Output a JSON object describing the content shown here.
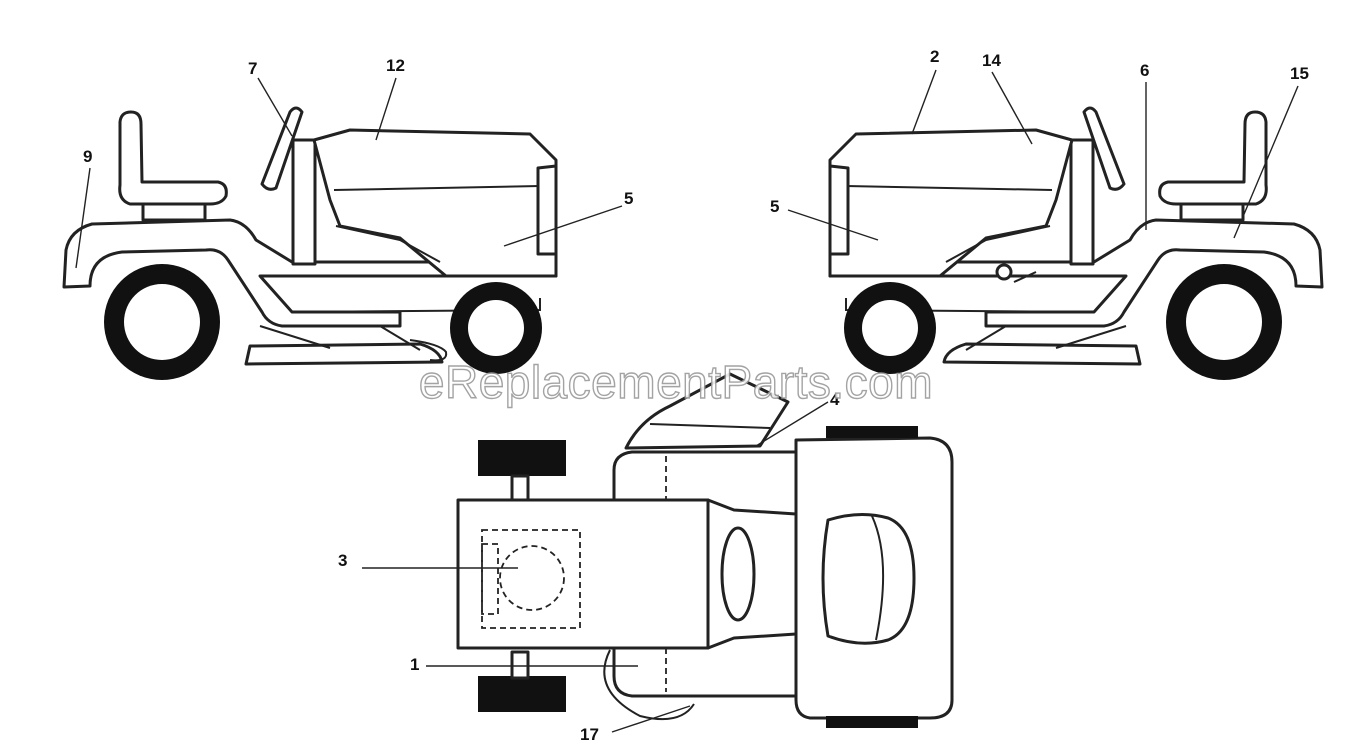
{
  "callouts": {
    "c1": "1",
    "c2": "2",
    "c3": "3",
    "c4": "4",
    "c5_left": "5",
    "c5_right": "5",
    "c6": "6",
    "c7": "7",
    "c9": "9",
    "c12": "12",
    "c14": "14",
    "c15": "15",
    "c17": "17"
  },
  "watermark": "eReplacementParts.com"
}
